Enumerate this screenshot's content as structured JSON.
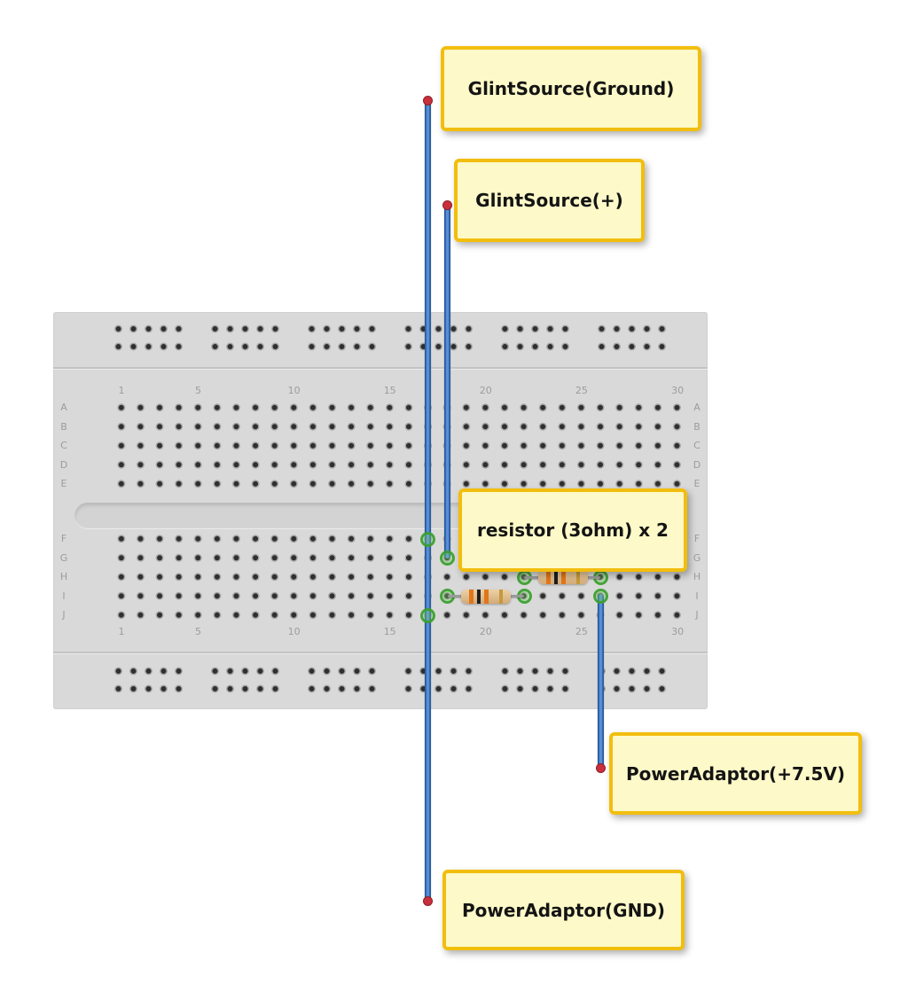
{
  "annotations": {
    "glint_ground": "GlintSource(Ground)",
    "glint_plus": "GlintSource(+)",
    "resistor_note": "resistor (3ohm) x 2",
    "power_plus": "PowerAdaptor(+7.5V)",
    "power_gnd": "PowerAdaptor(GND)"
  },
  "breadboard": {
    "column_numbers": [
      "1",
      "5",
      "10",
      "15",
      "20",
      "25",
      "30"
    ],
    "row_letters_top": [
      "A",
      "B",
      "C",
      "D",
      "E"
    ],
    "row_letters_bottom": [
      "F",
      "G",
      "H",
      "I",
      "J"
    ]
  },
  "components": {
    "resistor_count": "2",
    "resistor_value": "3ohm"
  },
  "colors": {
    "label_fill": "#fdf9c8",
    "label_border": "#f2be0e",
    "wire": "#5a8fd8",
    "wire_end": "#c9303c",
    "highlight": "#389e2e",
    "board": "#d9d9d9"
  }
}
